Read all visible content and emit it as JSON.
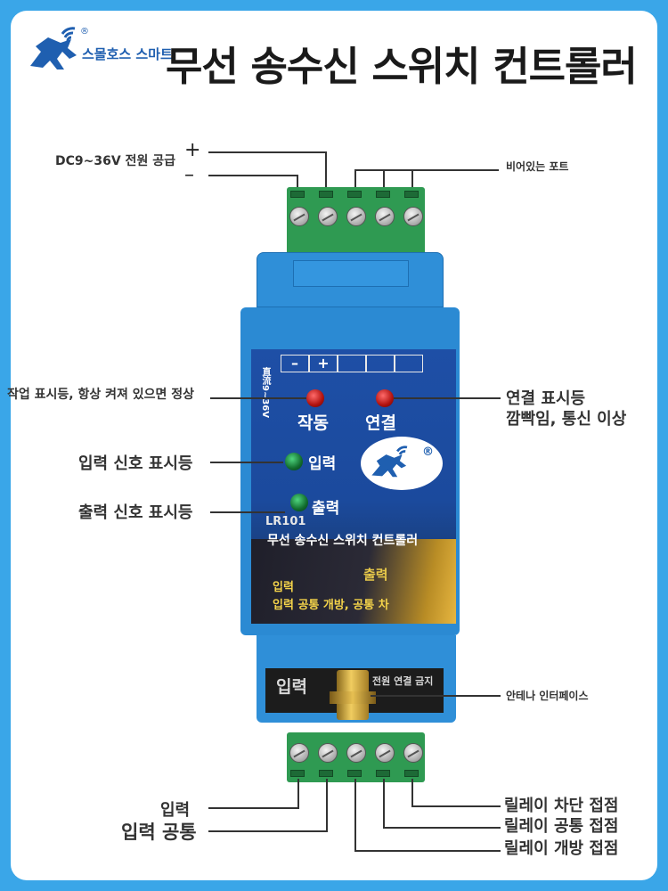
{
  "header": {
    "logo_name": "스몰호스 스마트",
    "logo_reg": "®",
    "title": "무선 송수신 스위치 컨트롤러"
  },
  "annotations": {
    "power_supply": "DC9~36V 전원 공급",
    "plus_sign": "+",
    "minus_sign": "–",
    "empty_port": "비어있는 포트",
    "work_indicator": "작업 표시등, 항상 켜져 있으면 정상",
    "link_indicator_1": "연결 표시등",
    "link_indicator_2": "깜빡임, 통신 이상",
    "input_signal": "입력 신호 표시등",
    "output_signal": "출력 신호 표시등",
    "antenna_interface": "안테나 인터페이스",
    "input": "입력",
    "input_common": "입력 공통",
    "relay_nc": "릴레이 차단 접점",
    "relay_com": "릴레이 공통 접점",
    "relay_no": "릴레이 개방 접점"
  },
  "device": {
    "grid_minus": "–",
    "grid_plus": "+",
    "vertical_label": "直流9~36V",
    "label_work": "작동",
    "label_link": "연결",
    "label_input": "입력",
    "label_output": "출력",
    "logo_reg": "®",
    "model": "LR101",
    "model_desc": "무선 송수신 스위치 컨트롤러",
    "out_label": "출력",
    "in_label": "입력",
    "in_desc": "입력 공통 개방, 공통 차",
    "bottom_input": "입력",
    "bottom_warning": "전원 연결 금지"
  },
  "colors": {
    "background": "#3aa6e8",
    "device_blue": "#2b8ad3",
    "terminal_green": "#2f9a52",
    "brand_blue": "#1f5fb0"
  }
}
